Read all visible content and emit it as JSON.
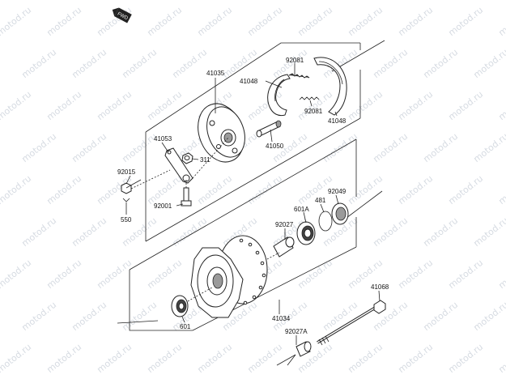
{
  "watermark": "motod.ru",
  "fwd_icon_text": "FWD",
  "parts": {
    "p41035": "41035",
    "p92081_top": "92081",
    "p41048_left": "41048",
    "p92081_bottom": "92081",
    "p41048_right": "41048",
    "p41053": "41053",
    "p41050": "41050",
    "p311": "311",
    "p92015": "92015",
    "p92001": "92001",
    "p550": "550",
    "p481": "481",
    "p92049": "92049",
    "p601A": "601A",
    "p92027": "92027",
    "p41068": "41068",
    "p41034": "41034",
    "p601": "601",
    "p92027A": "92027A"
  }
}
